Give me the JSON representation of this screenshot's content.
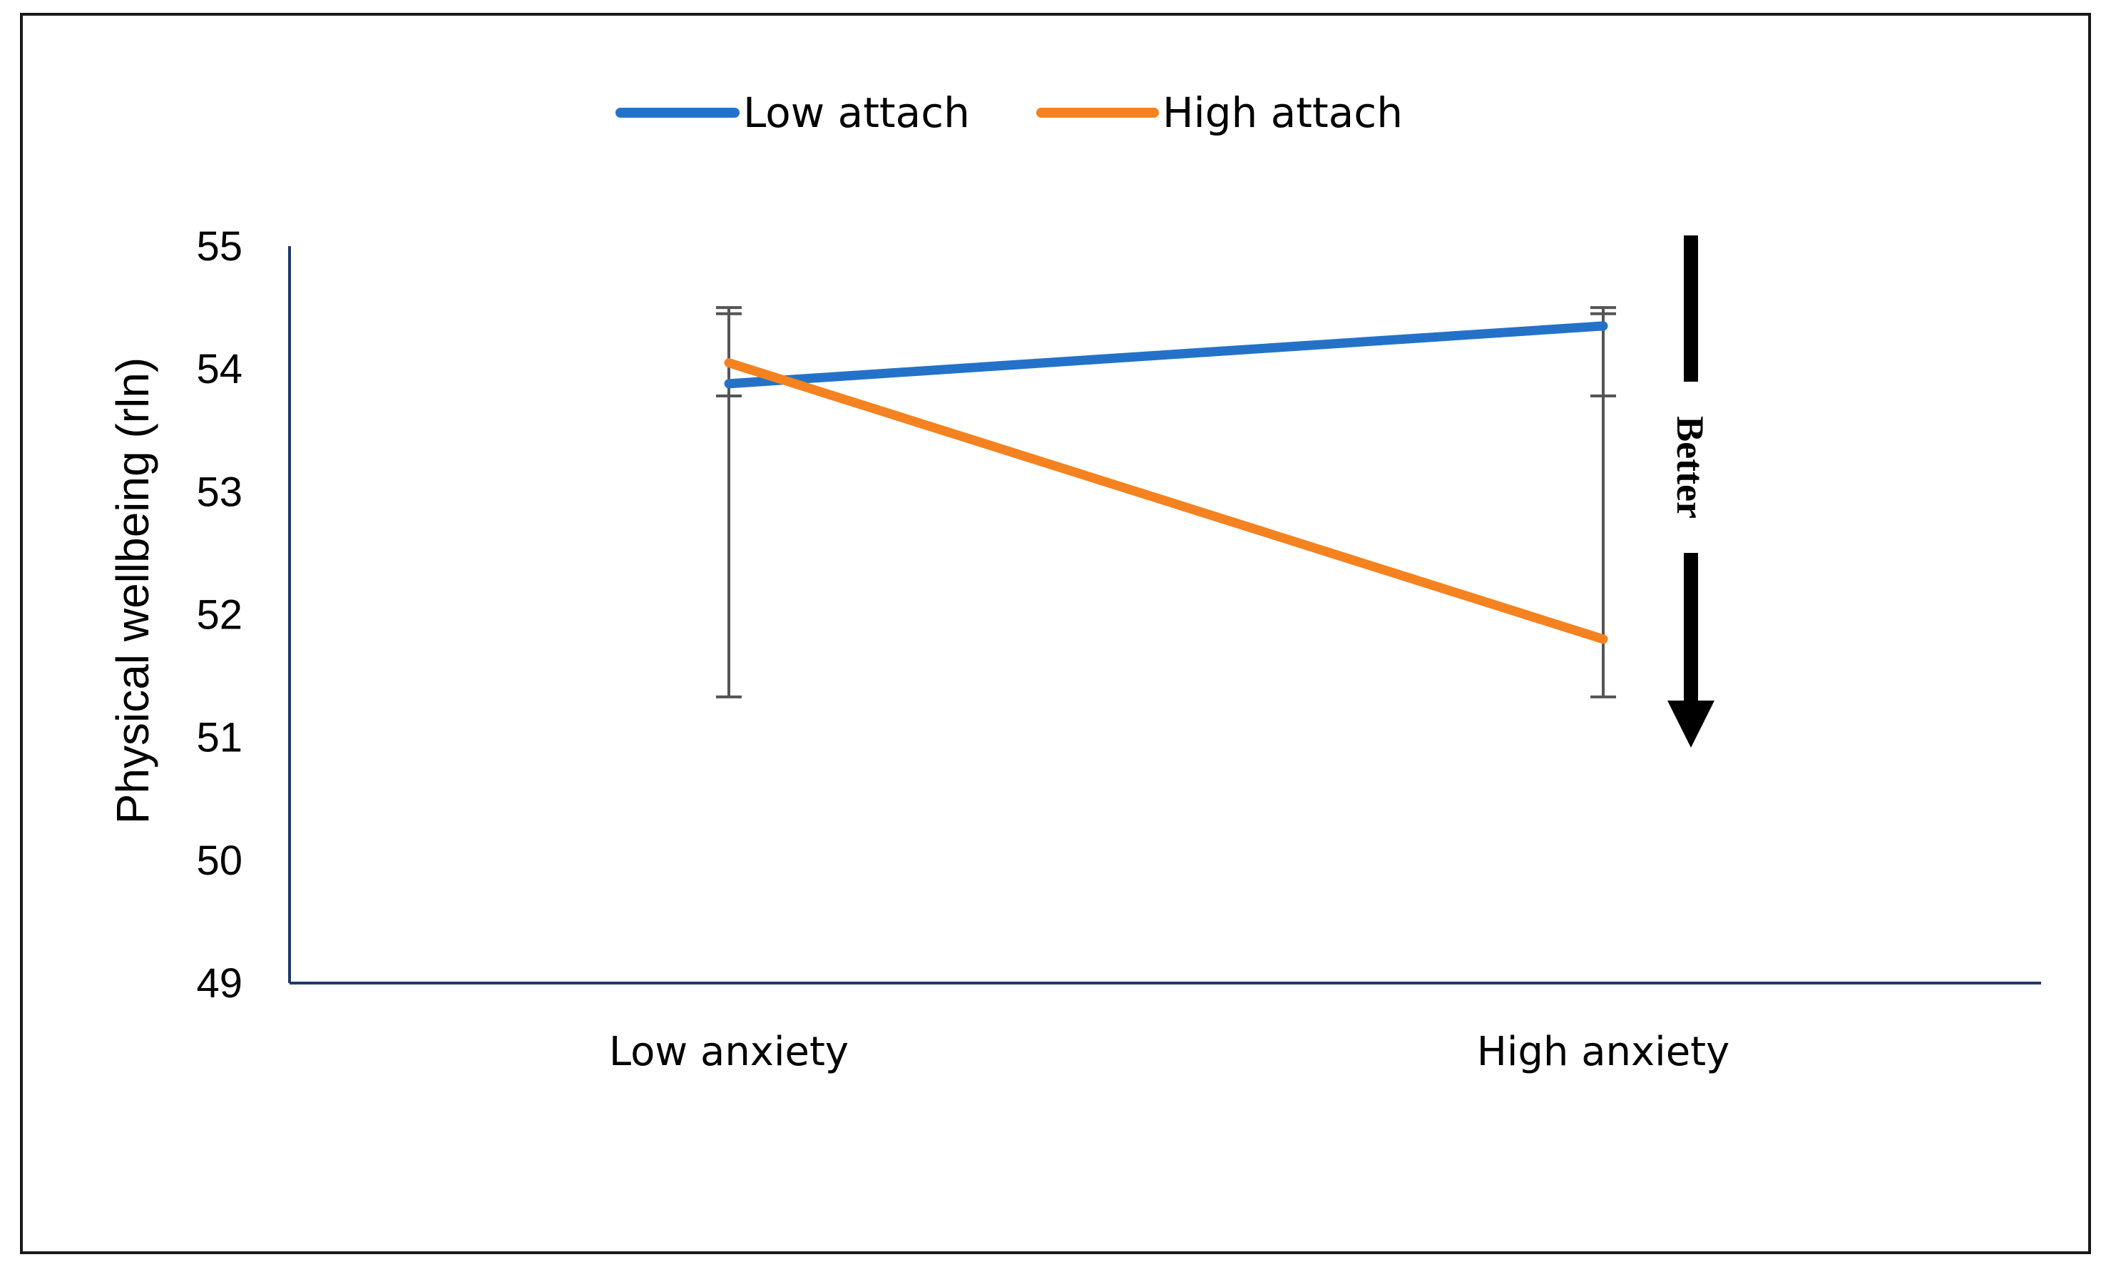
{
  "chart_data": {
    "type": "line",
    "categories": [
      "Low anxiety",
      "High anxiety"
    ],
    "series": [
      {
        "name": "Low attach",
        "color": "#2472c8",
        "values": [
          53.88,
          54.35
        ],
        "error_high": [
          54.5,
          54.5
        ],
        "error_low": [
          53.78,
          53.78
        ]
      },
      {
        "name": "High attach",
        "color": "#f58220",
        "values": [
          54.05,
          51.8
        ],
        "error_high": [
          54.45,
          54.45
        ],
        "error_low": [
          51.33,
          51.33
        ]
      }
    ],
    "xlabel": "",
    "ylabel": "Physical wellbeing (rln)",
    "ylim": [
      49,
      55
    ],
    "yticks": [
      "55",
      "54",
      "53",
      "52",
      "51",
      "50",
      "49"
    ],
    "legend_position": "top-center",
    "grid": false,
    "annotation": {
      "text": "Better",
      "direction": "down"
    },
    "error_bar_color": "#555555"
  }
}
